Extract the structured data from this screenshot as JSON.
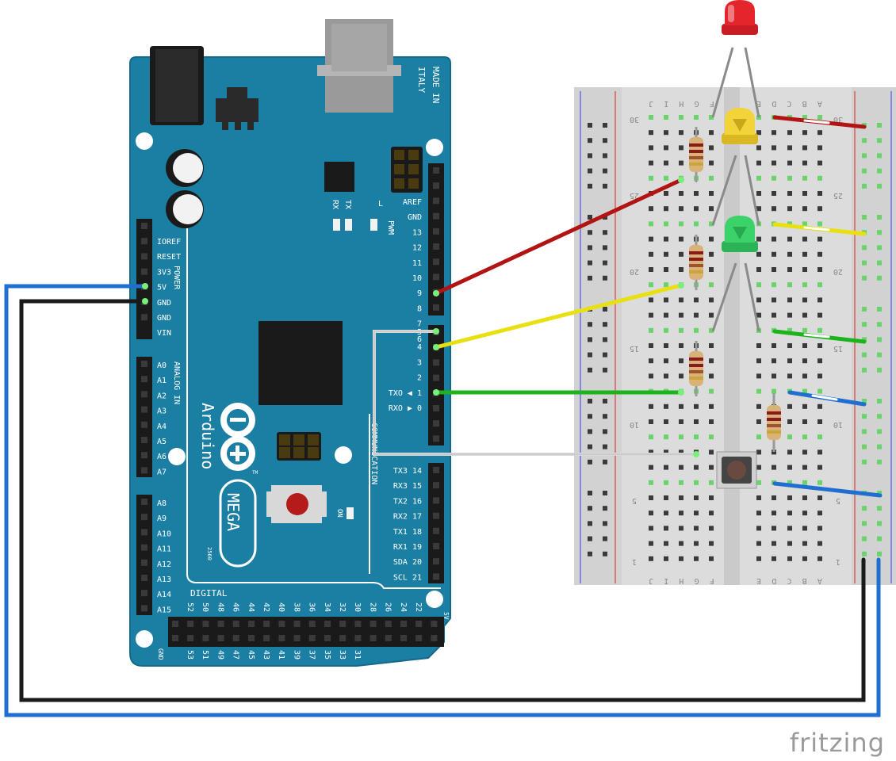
{
  "board": {
    "made_in": [
      "MADE IN",
      "ITALY"
    ],
    "brand": "Arduino",
    "model": "MEGA",
    "model_sub": "2560",
    "tm": "TM",
    "on_label": "ON",
    "l_label": "L",
    "tx_label": "TX",
    "rx_label": "RX",
    "pwm_label": "PWM",
    "power_label": "POWER",
    "analog_label": "ANALOG IN",
    "comm_label": "COMMUNICATION",
    "digital_label": "DIGITAL",
    "gnd_label": "GND",
    "v5_label": "5V",
    "power_pins": [
      "IOREF",
      "RESET",
      "3V3",
      "5V",
      "GND",
      "GND",
      "VIN"
    ],
    "analog_pins": [
      "A0",
      "A1",
      "A2",
      "A3",
      "A4",
      "A5",
      "A6",
      "A7",
      "A8",
      "A9",
      "A10",
      "A11",
      "A12",
      "A13",
      "A14",
      "A15"
    ],
    "pwm_pins": [
      "AREF",
      "GND",
      "13",
      "12",
      "11",
      "10",
      "9",
      "8",
      "7",
      "6",
      "5",
      "4",
      "3",
      "2",
      "TXO ◀ 1",
      "RXO ▶ 0"
    ],
    "comm_pins": [
      "TX3 14",
      "RX3 15",
      "TX2 16",
      "RX2 17",
      "TX1 18",
      "RX1 19",
      "SDA 20",
      "SCL 21"
    ],
    "digital_top": [
      "52",
      "50",
      "48",
      "46",
      "44",
      "42",
      "40",
      "38",
      "36",
      "34",
      "32",
      "30",
      "28",
      "26",
      "24",
      "22"
    ],
    "digital_bottom": [
      "53",
      "51",
      "49",
      "47",
      "45",
      "43",
      "41",
      "39",
      "37",
      "35",
      "33",
      "31"
    ]
  },
  "breadboard": {
    "col_letters_left": [
      "J",
      "I",
      "H",
      "G",
      "F"
    ],
    "col_letters_right": [
      "E",
      "D",
      "C",
      "B",
      "A"
    ],
    "row_numbers": [
      "30",
      "25",
      "20",
      "15",
      "10",
      "5",
      "1"
    ]
  },
  "components": [
    {
      "name": "red-led",
      "color": "#e3262b"
    },
    {
      "name": "yellow-led",
      "color": "#f3d33a"
    },
    {
      "name": "green-led",
      "color": "#3bd26a"
    },
    {
      "name": "push-button",
      "color": "#5a5a5a"
    }
  ],
  "colors": {
    "board": "#1b7ea3",
    "wire_red": "#b21414",
    "wire_yellow": "#e8e010",
    "wire_green": "#1db31d",
    "wire_blue": "#1e6fd0",
    "wire_black": "#1a1a1a",
    "wire_white": "#d9d9d9"
  },
  "watermark": "fritzing"
}
